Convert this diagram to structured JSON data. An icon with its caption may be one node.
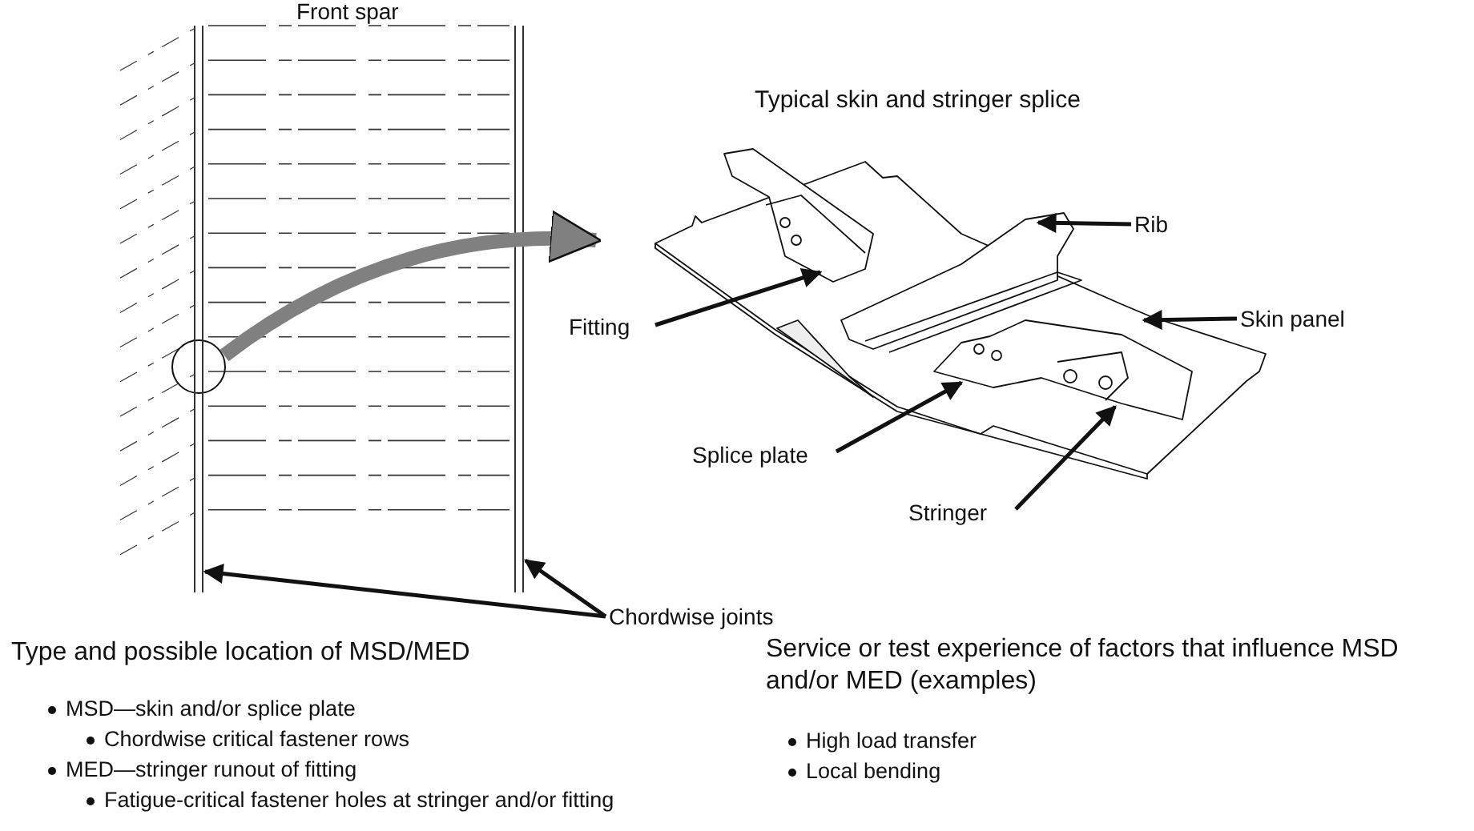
{
  "diagram": {
    "nodes": [
      {
        "text": [],
        "shape": "circle"
      },
      {
        "text": [],
        "shape": "picture"
      },
      {
        "text": [
          "Rib"
        ]
      },
      {
        "text": [
          "Skin panel"
        ]
      },
      {
        "text": [
          "Fitting"
        ]
      },
      {
        "text": [
          "Splice plate"
        ]
      },
      {
        "text": [
          "Stringer"
        ]
      },
      {
        "text": [
          "Chordwise joints"
        ]
      },
      {
        "text": [],
        "shape": "bar"
      },
      {
        "text": [],
        "shape": "bar"
      }
    ],
    "edges": [
      {
        "from": 0,
        "to": 1,
        "arrow": "to",
        "style": "thick",
        "color": "#808080"
      },
      {
        "from": 2,
        "to": 1,
        "arrow": "to"
      },
      {
        "from": 3,
        "to": 1,
        "arrow": "to"
      },
      {
        "from": 4,
        "to": 1,
        "arrow": "to"
      },
      {
        "from": 5,
        "to": 1,
        "arrow": "to"
      },
      {
        "from": 6,
        "to": 1,
        "arrow": "to"
      },
      {
        "from": 7,
        "to": 8,
        "arrow": "to"
      },
      {
        "from": 7,
        "to": 9,
        "arrow": "to"
      }
    ],
    "labels": [
      "Front spar",
      "Typical skin and stringer splice",
      "Type and possible location of MSD/MED",
      "MSD—skin and/or splice plate",
      "Chordwise critical fastener rows",
      "MED—stringer  runout of fitting",
      "Fatigue-critical fastener holes at stringer and/or fitting",
      "Service or test experience of factors that influence MSD and/or MED (examples)",
      "High load transfer",
      "Local bending"
    ]
  }
}
